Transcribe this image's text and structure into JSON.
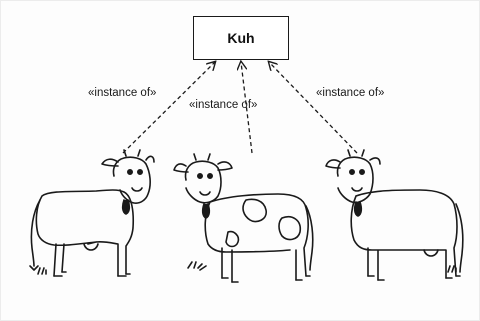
{
  "diagram": {
    "class_box": {
      "name": "Kuh"
    },
    "relations": [
      {
        "label": "«instance of»"
      },
      {
        "label": "«instance of»"
      },
      {
        "label": "«instance of»"
      }
    ],
    "instances": [
      {
        "icon": "cow-illustration"
      },
      {
        "icon": "spotted-cow-illustration"
      },
      {
        "icon": "cow-illustration"
      }
    ],
    "colors": {
      "ink": "#1a1a1a",
      "background": "#fdfdfd"
    }
  }
}
